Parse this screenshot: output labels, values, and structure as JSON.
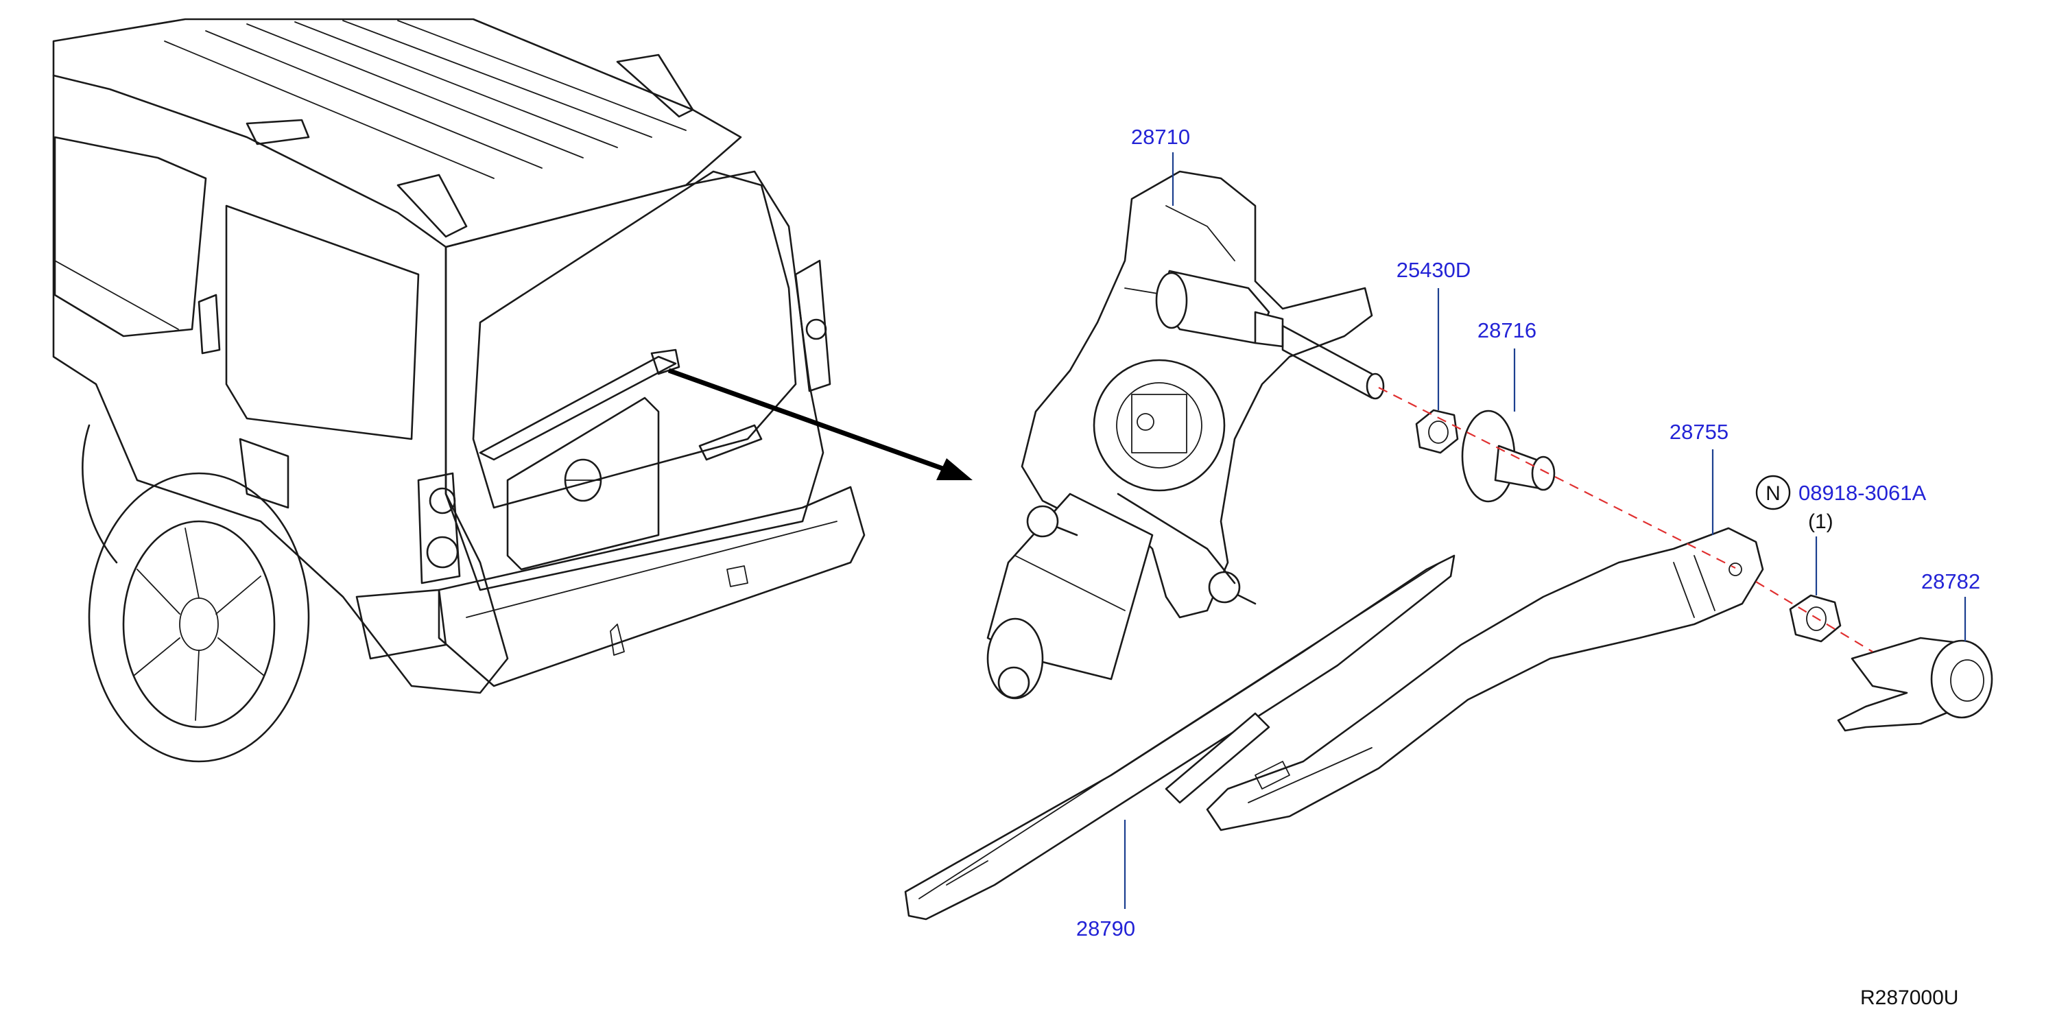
{
  "colors": {
    "part_label": "#2323d6",
    "leader_line": "#1c3f8f",
    "assembly_axis": "#e03030",
    "linework": "#1a1a1a"
  },
  "parts": {
    "motor": "28710",
    "nut": "25430D",
    "cap_washer": "28716",
    "arm": "28755",
    "hardware_symbol": "N",
    "hardware_part": "08918-3061A",
    "hardware_qty": "(1)",
    "head_cover": "28782",
    "blade": "28790"
  },
  "diagram_code": "R287000U"
}
